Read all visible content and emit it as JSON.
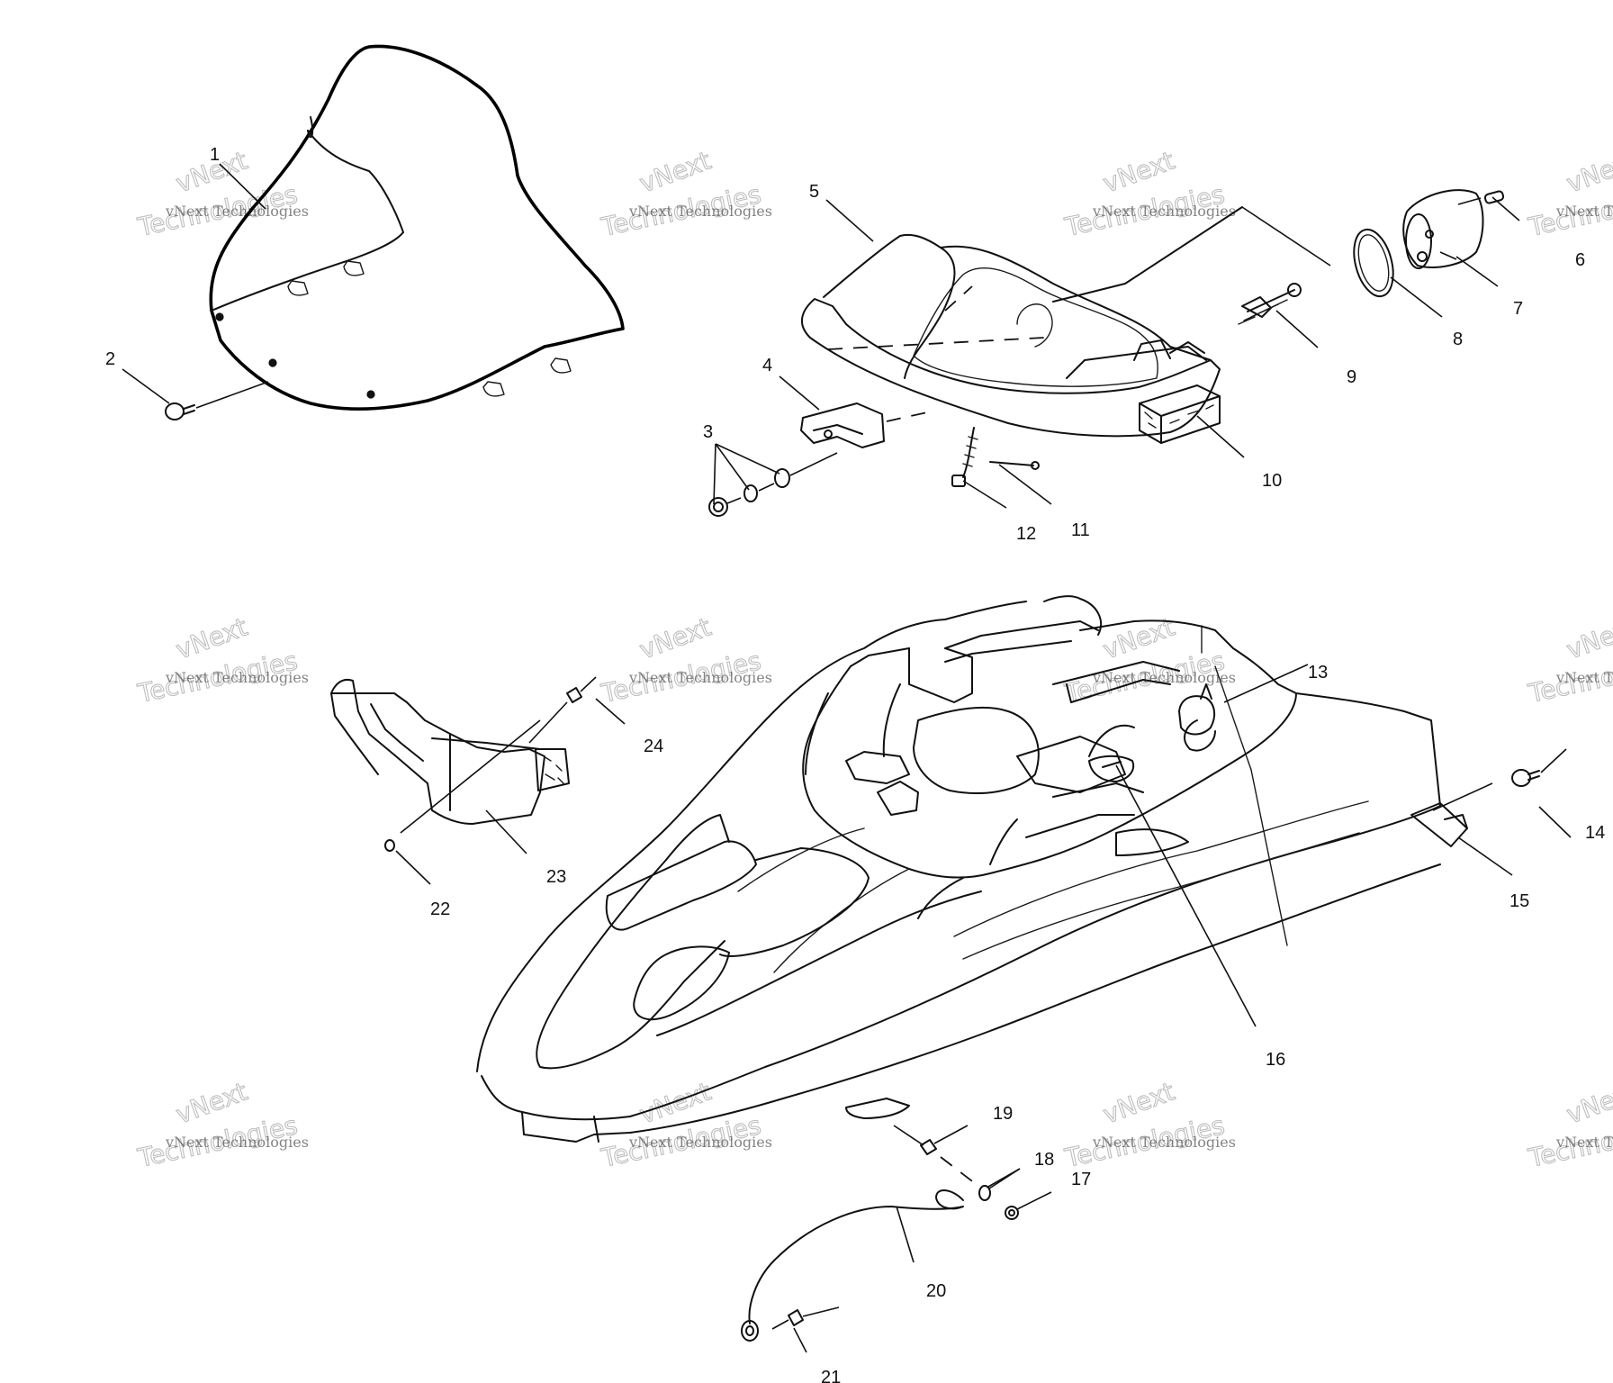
{
  "diagram": {
    "callouts": {
      "p1": "1",
      "p2": "2",
      "p3": "3",
      "p4": "4",
      "p5": "5",
      "p6": "6",
      "p7": "7",
      "p8": "8",
      "p9": "9",
      "p10": "10",
      "p11": "11",
      "p12": "12",
      "p13": "13",
      "p14": "14",
      "p15": "15",
      "p16": "16",
      "p17": "17",
      "p18": "18",
      "p19": "19",
      "p20": "20",
      "p21": "21",
      "p22": "22",
      "p23": "23",
      "p24": "24"
    },
    "watermark": {
      "line1": "vNext Technologies",
      "word1": "vNext",
      "word2": "Technologies"
    }
  }
}
